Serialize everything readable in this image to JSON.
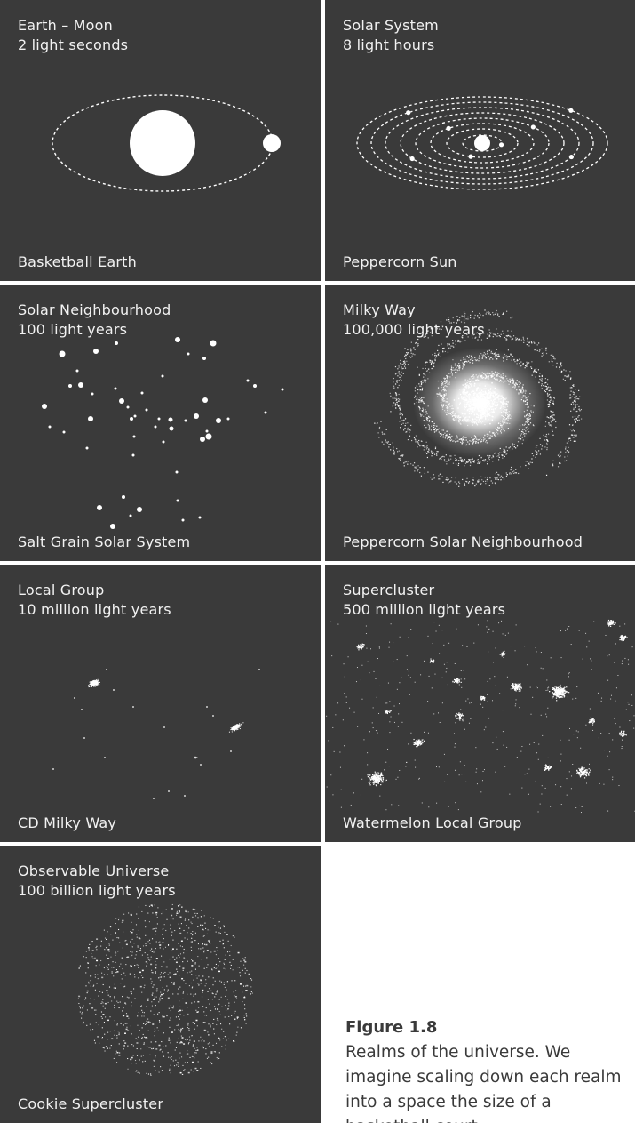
{
  "panels": [
    {
      "title": "Earth – Moon",
      "scale": "2 light seconds",
      "caption": "Basketball Earth",
      "illustration": "earth-moon-orbit"
    },
    {
      "title": "Solar System",
      "scale": "8 light hours",
      "caption": "Peppercorn Sun",
      "illustration": "solar-system-orbits"
    },
    {
      "title": "Solar Neighbourhood",
      "scale": "100 light years",
      "caption": "Salt Grain Solar System",
      "illustration": "star-field"
    },
    {
      "title": "Milky Way",
      "scale": "100,000 light years",
      "caption": "Peppercorn Solar Neighbourhood",
      "illustration": "spiral-galaxy"
    },
    {
      "title": "Local Group",
      "scale": "10 million light years",
      "caption": "CD Milky Way",
      "illustration": "galaxy-group"
    },
    {
      "title": "Supercluster",
      "scale": "500 million light years",
      "caption": "Watermelon Local Group",
      "illustration": "galaxy-clusters"
    },
    {
      "title": "Observable Universe",
      "scale": "100 billion light years",
      "caption": "Cookie Supercluster",
      "illustration": "universe-sphere"
    }
  ],
  "figure": {
    "number": "Figure 1.8",
    "text": "Realms of the universe. We imagine scaling down each realm into a space the size of a basketball court."
  },
  "colors": {
    "panel_bg": "#3a3a3a",
    "ink": "#ffffff",
    "page_bg": "#ffffff",
    "caption_text": "#3a3a3a"
  }
}
